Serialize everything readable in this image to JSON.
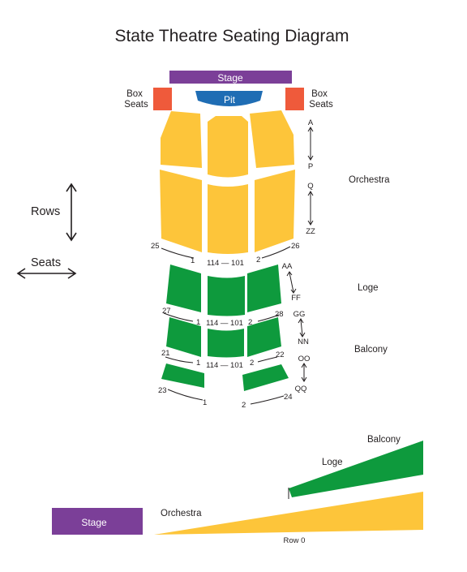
{
  "title": "State Theatre Seating Diagram",
  "colors": {
    "stage": "#7b3f98",
    "box": "#ef5a3b",
    "pit": "#1f6db4",
    "orchestra": "#fdc53a",
    "loge": "#0e9a3d",
    "balcony": "#0e9a3d",
    "text": "#231f20",
    "white": "#ffffff"
  },
  "plan": {
    "stage_label": "Stage",
    "pit_label": "Pit",
    "box_left": [
      "Box",
      "Seats"
    ],
    "box_right": [
      "Box",
      "Seats"
    ],
    "sections": {
      "orchestra": "Orchestra",
      "loge": "Loge",
      "balcony": "Balcony"
    },
    "row_markers": {
      "orch_front": [
        "A",
        "P"
      ],
      "orch_rear": [
        "Q",
        "ZZ"
      ],
      "loge": [
        "AA",
        "FF"
      ],
      "balcony_main": [
        "GG",
        "NN"
      ],
      "balcony_rear": [
        "OO",
        "QQ"
      ]
    },
    "seat_numbers": {
      "orch_left": [
        "25",
        "1"
      ],
      "orch_center": "114 — 101",
      "orch_right": [
        "2",
        "26"
      ],
      "loge_left": [
        "27",
        "1"
      ],
      "loge_center": "114 — 101",
      "loge_right": [
        "2",
        "28"
      ],
      "balc_left": [
        "21",
        "1"
      ],
      "balc_center": "114 — 101",
      "balc_right": [
        "2",
        "22"
      ],
      "rear_left": [
        "23",
        "1"
      ],
      "rear_right": [
        "2",
        "24"
      ]
    },
    "legend": {
      "rows": "Rows",
      "seats": "Seats"
    }
  },
  "profile": {
    "stage_label": "Stage",
    "orchestra_label": "Orchestra",
    "loge_label": "Loge",
    "balcony_label": "Balcony",
    "row_label": "Row 0"
  }
}
